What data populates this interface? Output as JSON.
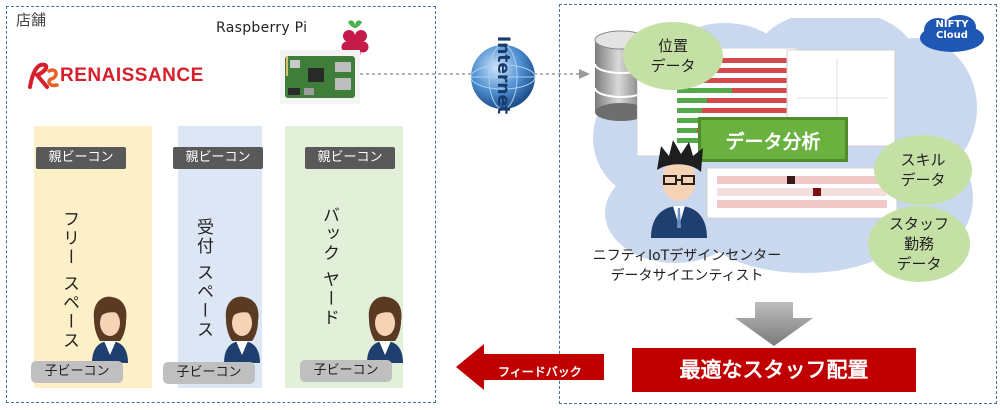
{
  "store": {
    "label": "店舗",
    "logo_text": "RENAISSANCE",
    "raspberry_label": "Raspberry Pi",
    "zones": [
      {
        "title": "フリー\nスペース",
        "parent_beacon": "親ビーコン",
        "child_beacon": "子ビーコン"
      },
      {
        "title": "受付\nスペース",
        "parent_beacon": "親ビーコン",
        "child_beacon": "子ビーコン"
      },
      {
        "title": "バック\nヤード",
        "parent_beacon": "親ビーコン",
        "child_beacon": "子ビーコン"
      }
    ]
  },
  "internet_label": "Internet",
  "cloud": {
    "nifty_logo": "NIFTY\nCloud",
    "bubbles": {
      "location": "位置\nデータ",
      "skill": "スキル\nデータ",
      "staff": "スタッフ\n勤務\nデータ"
    },
    "analysis_label": "データ分析",
    "scientist_line1": "ニフティIoTデザインセンター",
    "scientist_line2": "データサイエンティスト",
    "optimal_label": "最適なスタッフ配置"
  },
  "feedback_label": "フィードバック",
  "colors": {
    "border": "#4a6f9c",
    "zone_free": "#fdf0c8",
    "zone_reception": "#dde6f4",
    "zone_backyard": "#e2efd9",
    "parent_beacon_bg": "#595959",
    "child_beacon_bg": "#bfbfbf",
    "bubble_green": "#c5e0a5",
    "analysis_green": "#6ab13f",
    "accent_red": "#c00000",
    "cloud_blue": "#c9d8ee"
  }
}
